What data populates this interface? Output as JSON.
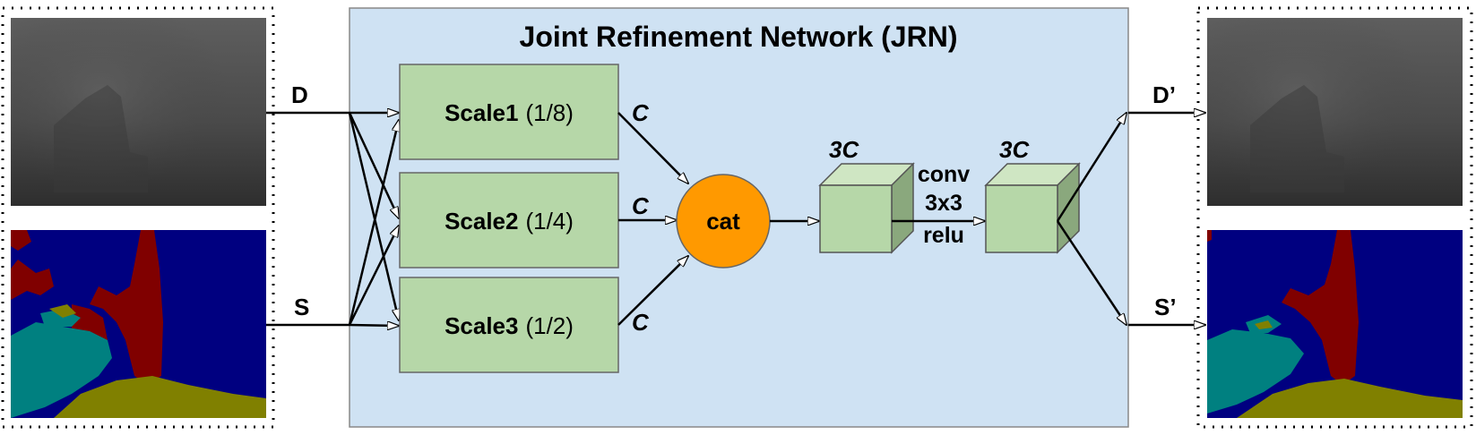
{
  "title": "Joint Refinement Network (JRN)",
  "inputs": {
    "depth_label": "D",
    "seg_label": "S"
  },
  "outputs": {
    "depth_label": "D’",
    "seg_label": "S’"
  },
  "scales": [
    {
      "name": "Scale1",
      "fraction": "(1/8)",
      "channels": "C"
    },
    {
      "name": "Scale2",
      "fraction": "(1/4)",
      "channels": "C"
    },
    {
      "name": "Scale3",
      "fraction": "(1/2)",
      "channels": "C"
    }
  ],
  "concat_label": "cat",
  "cube1_label": "3C",
  "cube2_label": "3C",
  "op_lines": [
    "conv",
    "3x3",
    "relu"
  ],
  "colors": {
    "jrn_bg": "#cfe2f3",
    "scale_box": "#b6d7a8",
    "cat_circle": "#ff9900",
    "seg_blue": "#000080",
    "seg_red": "#800000",
    "seg_teal": "#008080",
    "seg_olive": "#808000"
  }
}
